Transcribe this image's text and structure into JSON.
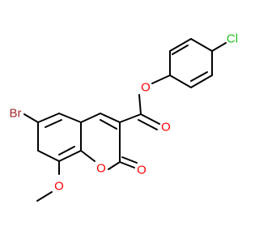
{
  "molecule": {
    "atom_labels": {
      "chlorine": "Cl",
      "ester_oxygen": "O",
      "carbonyl_oxygen": "O",
      "bromine": "Br",
      "ring_oxygen": "O",
      "lactone_oxygen": "O",
      "methoxy_oxygen": "O"
    },
    "colors": {
      "bond": "#000000",
      "oxygen": "#ff0000",
      "chlorine": "#1fbf1f",
      "bromine": "#a52a2a"
    }
  }
}
